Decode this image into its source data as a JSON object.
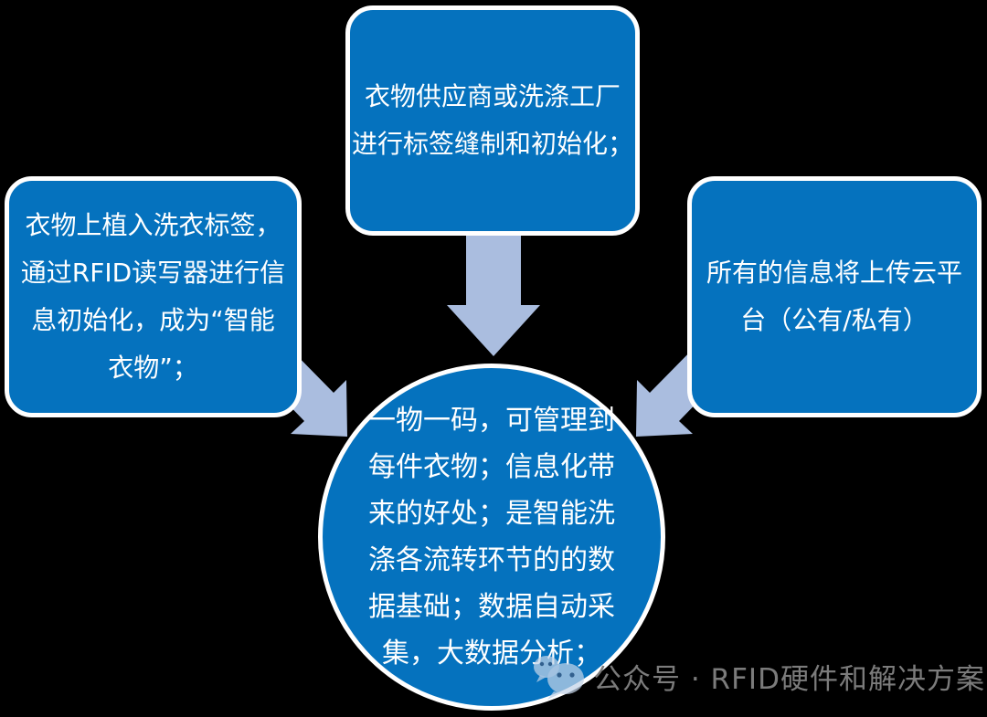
{
  "colors": {
    "background": "#000000",
    "shape_blue": "#0572BE",
    "arrow_blue": "#AABDDF",
    "border_white": "#FFFFFF",
    "watermark_gray": "#7B7B7B"
  },
  "boxes": {
    "top": {
      "lines": [
        "衣物供应商或洗涤工厂",
        "进行标签缝制和初始化；"
      ]
    },
    "left": {
      "lines": [
        "衣物上植入洗衣标签，",
        "通过RFID读写器进行信",
        "息初始化，成为“智能",
        "衣物”；"
      ]
    },
    "right": {
      "lines": [
        "所有的信息将上传云平",
        "台（公有/私有）"
      ]
    }
  },
  "center_circle": {
    "lines": [
      "一物一码，可管理到",
      "每件衣物；信息化带",
      "来的好处；是智能洗",
      "涤各流转环节的的数",
      "据基础；数据自动采",
      "集，大数据分析；"
    ]
  },
  "watermark": {
    "icon": "wechat-icon",
    "text": "公众号 · RFID硬件和解决方案"
  }
}
